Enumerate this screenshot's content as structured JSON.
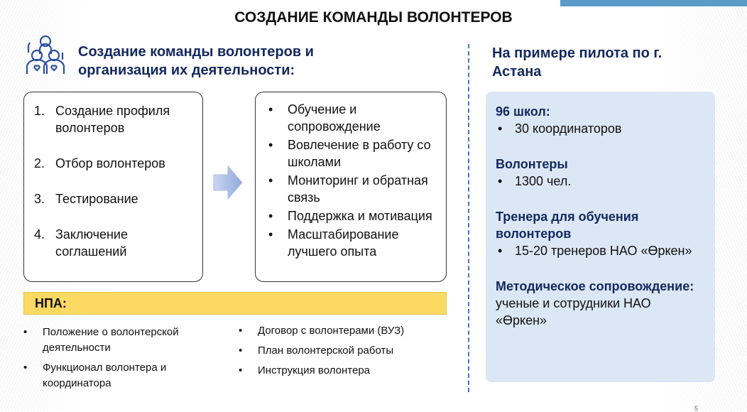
{
  "title": "СОЗДАНИЕ КОМАНДЫ ВОЛОНТЕРОВ",
  "subtitle": [
    "Создание команды волонтеров и",
    "организация их деятельности:"
  ],
  "steps": [
    "Создание профиля волонтеров",
    "Отбор волонтеров",
    "Тестирование",
    "Заключение соглашений"
  ],
  "activities": [
    "Обучение и сопровождение",
    "Вовлечение в работу со школами",
    "Мониторинг и обратная связь",
    "Поддержка и мотивация",
    "Масштабирование лучшего опыта"
  ],
  "npa": {
    "label": "НПА:",
    "left": [
      "Положение о волонтерской деятельности",
      "Функционал волонтера и координатора"
    ],
    "right": [
      "Договор с волонтерами (ВУЗ)",
      "План волонтерской работы",
      "Инструкция волонтера"
    ]
  },
  "pilot": {
    "title": [
      "На примере пилота по г.",
      "Астана"
    ],
    "schools_heading": "96 школ:",
    "schools_item": "30 координаторов",
    "volunteers_heading": "Волонтеры",
    "volunteers_item": "1300 чел.",
    "trainers_heading": "Тренера для обучения волонтеров",
    "trainers_item": "15-20 тренеров НАО «Өркен»",
    "method_heading": "Методическое сопровождение:",
    "method_text": " ученые и сотрудники НАО «Өркен»"
  },
  "page_number": "5",
  "colors": {
    "accent": "#14285e",
    "npa_bar": "#fbd963",
    "panel": "#dbe7f4",
    "top_bar": "#5a9bc8"
  }
}
